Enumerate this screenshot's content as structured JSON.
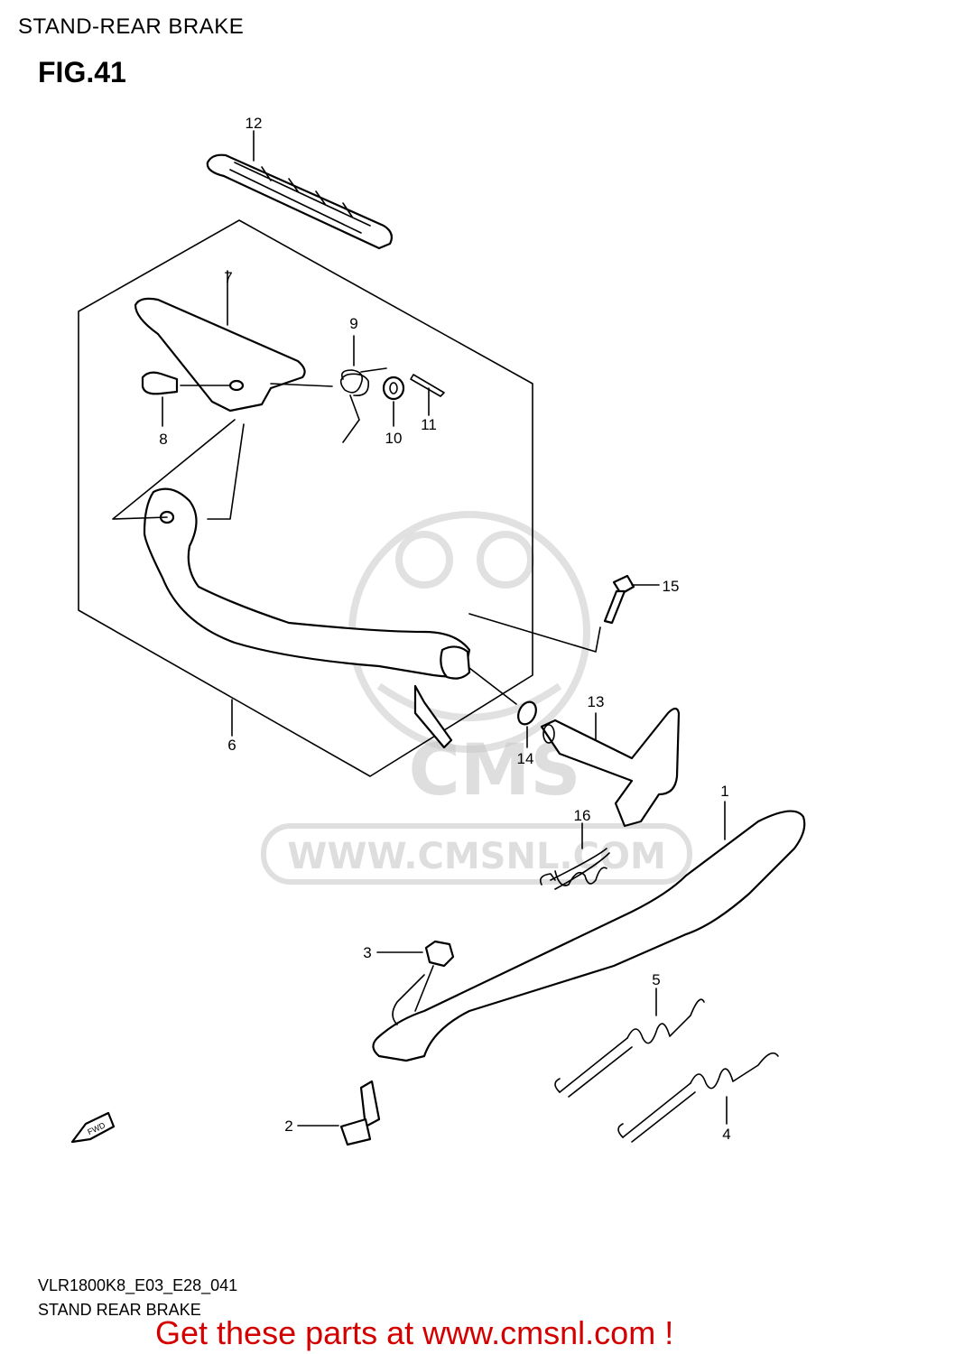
{
  "header": {
    "title": "STAND-REAR BRAKE",
    "figure": "FIG.41"
  },
  "footer": {
    "model": "VLR1800K8_E03_E28_041",
    "caption": "STAND REAR BRAKE"
  },
  "promo": "Get these parts at www.cmsnl.com !",
  "watermark": {
    "text": "WWW.CMSNL.COM",
    "logo": "CMS"
  },
  "fwd_label": "FWD",
  "callouts": [
    "1",
    "2",
    "3",
    "4",
    "5",
    "6",
    "7",
    "8",
    "9",
    "10",
    "11",
    "12",
    "13",
    "14",
    "15",
    "16"
  ],
  "colors": {
    "promo": "#d40000",
    "watermark": "#c9c9c9"
  }
}
